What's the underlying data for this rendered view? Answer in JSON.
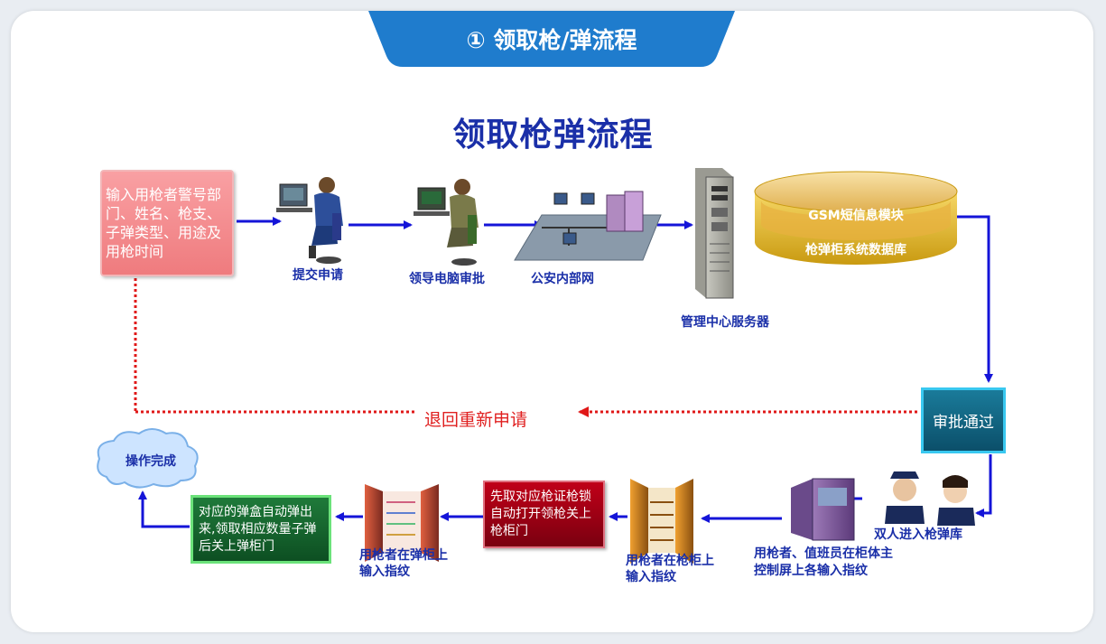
{
  "header": {
    "tab_title": "① 领取枪/弹流程"
  },
  "diagram": {
    "title": "领取枪弹流程",
    "input_box": "输入用枪者警号部门、姓名、枪支、子弹类型、用途及用枪时间",
    "labels": {
      "submit": "提交申请",
      "leader_approval": "领导电脑审批",
      "police_network": "公安内部网",
      "server": "管理中心服务器",
      "gsm_module": "GSM短信息模块",
      "database": "枪弹柜系统数据库",
      "approved": "审批通过",
      "return": "退回重新申请",
      "two_persons": "双人进入枪弹库",
      "console": "用枪者、值班员在柜体主控制屏上各输入指纹",
      "gun_cabinet": "用枪者在枪柜上输入指纹",
      "unlock": "先取对应枪证枪锁自动打开领枪关上枪柜门",
      "ammo_cabinet": "用枪者在弹柜上输入指纹",
      "ammo_box": "对应的弹盒自动弹出来,领取相应数量子弹后关上弹柜门",
      "done": "操作完成"
    }
  },
  "colors": {
    "flow_arrow": "#1414d8",
    "return_arrow": "#e01818",
    "label_text": "#1a2fa8",
    "tab_blue": "#1f7ccd"
  }
}
